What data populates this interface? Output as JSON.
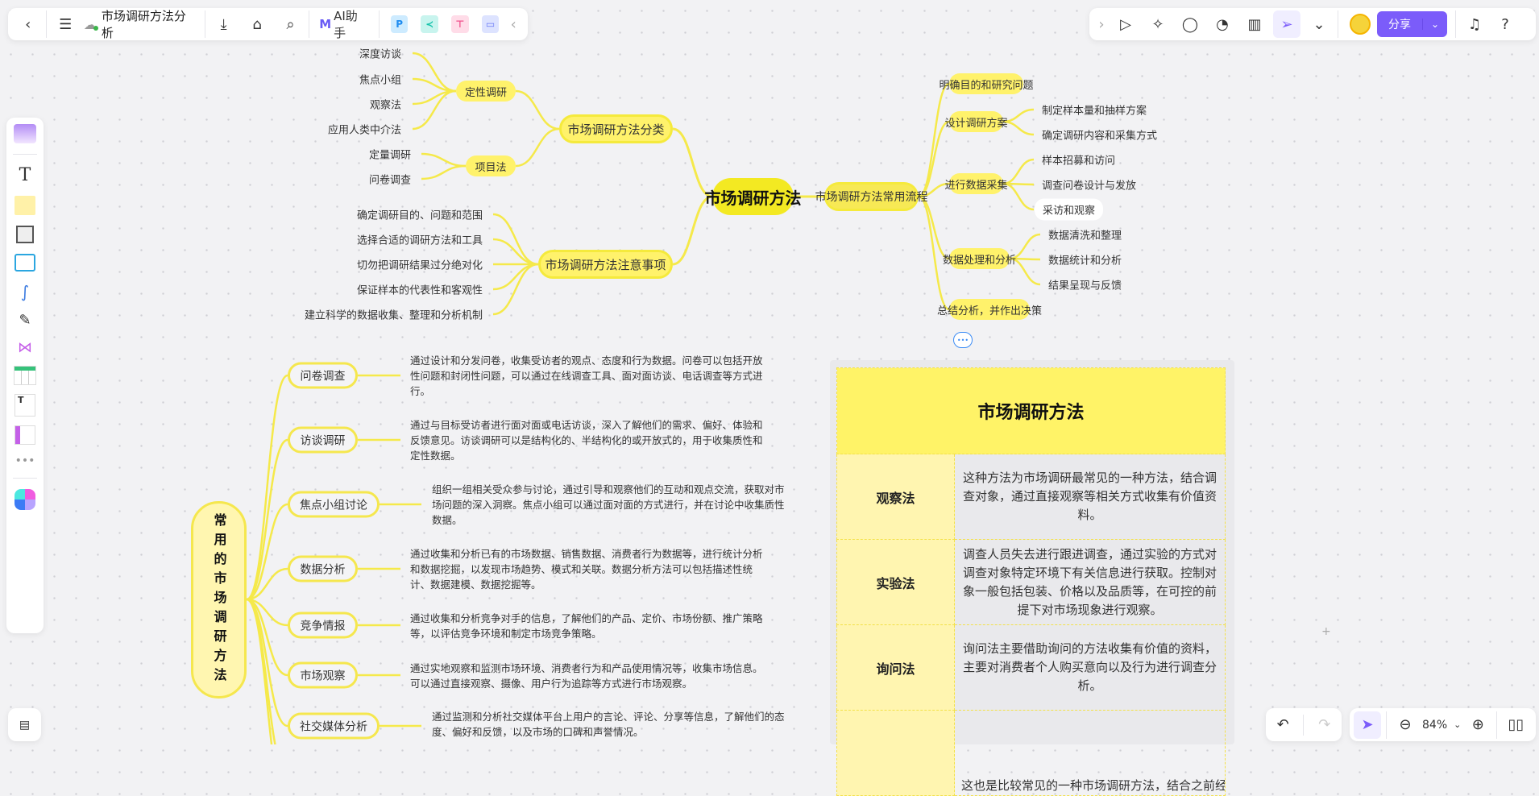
{
  "toolbar_left": {
    "doc_title": "市场调研方法分析",
    "ai_label": "AI助手",
    "icons": [
      "back-icon",
      "menu-icon",
      "cloud-sync-icon",
      "download-icon",
      "tag-icon",
      "search-icon",
      "ai-logo-icon",
      "p-app-icon",
      "mindmap-app-icon",
      "flow-app-icon",
      "chat-app-icon",
      "collapse-icon"
    ]
  },
  "toolbar_right": {
    "share_label": "分享",
    "icons": [
      "expand-icon",
      "play-icon",
      "celebrate-icon",
      "comment-icon",
      "timer-icon",
      "vote-icon",
      "laser-pointer-icon",
      "more-icon",
      "avatar",
      "share-dropdown-icon",
      "bell-icon",
      "help-icon"
    ]
  },
  "mindmap_top": {
    "root": "市场调研方法",
    "left": [
      {
        "label": "市场调研方法分类",
        "children": [
          {
            "label": "定性调研",
            "children": [
              "深度访谈",
              "焦点小组",
              "观察法",
              "应用人类中介法"
            ]
          },
          {
            "label": "项目法",
            "children": [
              "定量调研",
              "问卷调查"
            ]
          }
        ]
      },
      {
        "label": "市场调研方法注意事项",
        "children": [
          "确定调研目的、问题和范围",
          "选择合适的调研方法和工具",
          "切勿把调研结果过分绝对化",
          "保证样本的代表性和客观性",
          "建立科学的数据收集、整理和分析机制"
        ]
      }
    ],
    "right": {
      "label": "市场调研方法常用流程",
      "children": [
        {
          "label": "明确目的和研究问题",
          "children": []
        },
        {
          "label": "设计调研方案",
          "children": [
            "制定样本量和抽样方案",
            "确定调研内容和采集方式"
          ]
        },
        {
          "label": "进行数据采集",
          "children": [
            "样本招募和访问",
            "调查问卷设计与发放",
            "采访和观察"
          ]
        },
        {
          "label": "数据处理和分析",
          "children": [
            "数据清洗和整理",
            "数据统计和分析",
            "结果呈现与反馈"
          ]
        },
        {
          "label": "总结分析，并作出决策",
          "children": []
        }
      ]
    },
    "more_label": "•••"
  },
  "mindmap_bottom": {
    "root": "常用的市场调研方法",
    "items": [
      {
        "label": "问卷调查",
        "desc": "通过设计和分发问卷，收集受访者的观点、态度和行为数据。问卷可以包括开放性问题和封闭性问题，可以通过在线调查工具、面对面访谈、电话调查等方式进行。"
      },
      {
        "label": "访谈调研",
        "desc": "通过与目标受访者进行面对面或电话访谈，深入了解他们的需求、偏好、体验和反馈意见。访谈调研可以是结构化的、半结构化的或开放式的，用于收集质性和定性数据。"
      },
      {
        "label": "焦点小组讨论",
        "desc": "组织一组相关受众参与讨论，通过引导和观察他们的互动和观点交流，获取对市场问题的深入洞察。焦点小组可以通过面对面的方式进行，并在讨论中收集质性数据。"
      },
      {
        "label": "数据分析",
        "desc": "通过收集和分析已有的市场数据、销售数据、消费者行为数据等，进行统计分析和数据挖掘，以发现市场趋势、模式和关联。数据分析方法可以包括描述性统计、数据建模、数据挖掘等。"
      },
      {
        "label": "竞争情报",
        "desc": "通过收集和分析竞争对手的信息，了解他们的产品、定价、市场份额、推广策略等，以评估竞争环境和制定市场竞争策略。"
      },
      {
        "label": "市场观察",
        "desc": "通过实地观察和监测市场环境、消费者行为和产品使用情况等，收集市场信息。可以通过直接观察、摄像、用户行为追踪等方式进行市场观察。"
      },
      {
        "label": "社交媒体分析",
        "desc": "通过监测和分析社交媒体平台上用户的言论、评论、分享等信息，了解他们的态度、偏好和反馈，以及市场的口碑和声誉情况。"
      }
    ]
  },
  "table": {
    "title": "市场调研方法",
    "rows": [
      {
        "method": "观察法",
        "desc": "这种方法为市场调研最常见的一种方法，结合调查对象，通过直接观察等相关方式收集有价值资料。"
      },
      {
        "method": "实验法",
        "desc": "调查人员失去进行跟进调查，通过实验的方式对调查对象特定环境下有关信息进行获取。控制对象一般包括包装、价格以及品质等，在可控的前提下对市场现象进行观察。"
      },
      {
        "method": "询问法",
        "desc": "询问法主要借助询问的方法收集有价值的资料，主要对消费者个人购买意向以及行为进行调查分析。"
      },
      {
        "method": "",
        "desc": "这也是比较常见的一种市场调研方法，结合之前经验对"
      }
    ]
  },
  "sidebar": {
    "tools": [
      "template-icon",
      "text-icon",
      "sticky-note-icon",
      "frame-icon",
      "shape-icon",
      "connector-icon",
      "pen-icon",
      "mindmap-icon",
      "table-icon",
      "document-icon",
      "card-icon",
      "more-icon",
      "apps-icon"
    ]
  },
  "bottom": {
    "zoom": "84%"
  },
  "colors": {
    "accent": "#7B5CFA",
    "node": "#FFF26B",
    "line": "#F5E94A",
    "table_header": "#FFF367",
    "table_key": "#FFF5B0"
  }
}
